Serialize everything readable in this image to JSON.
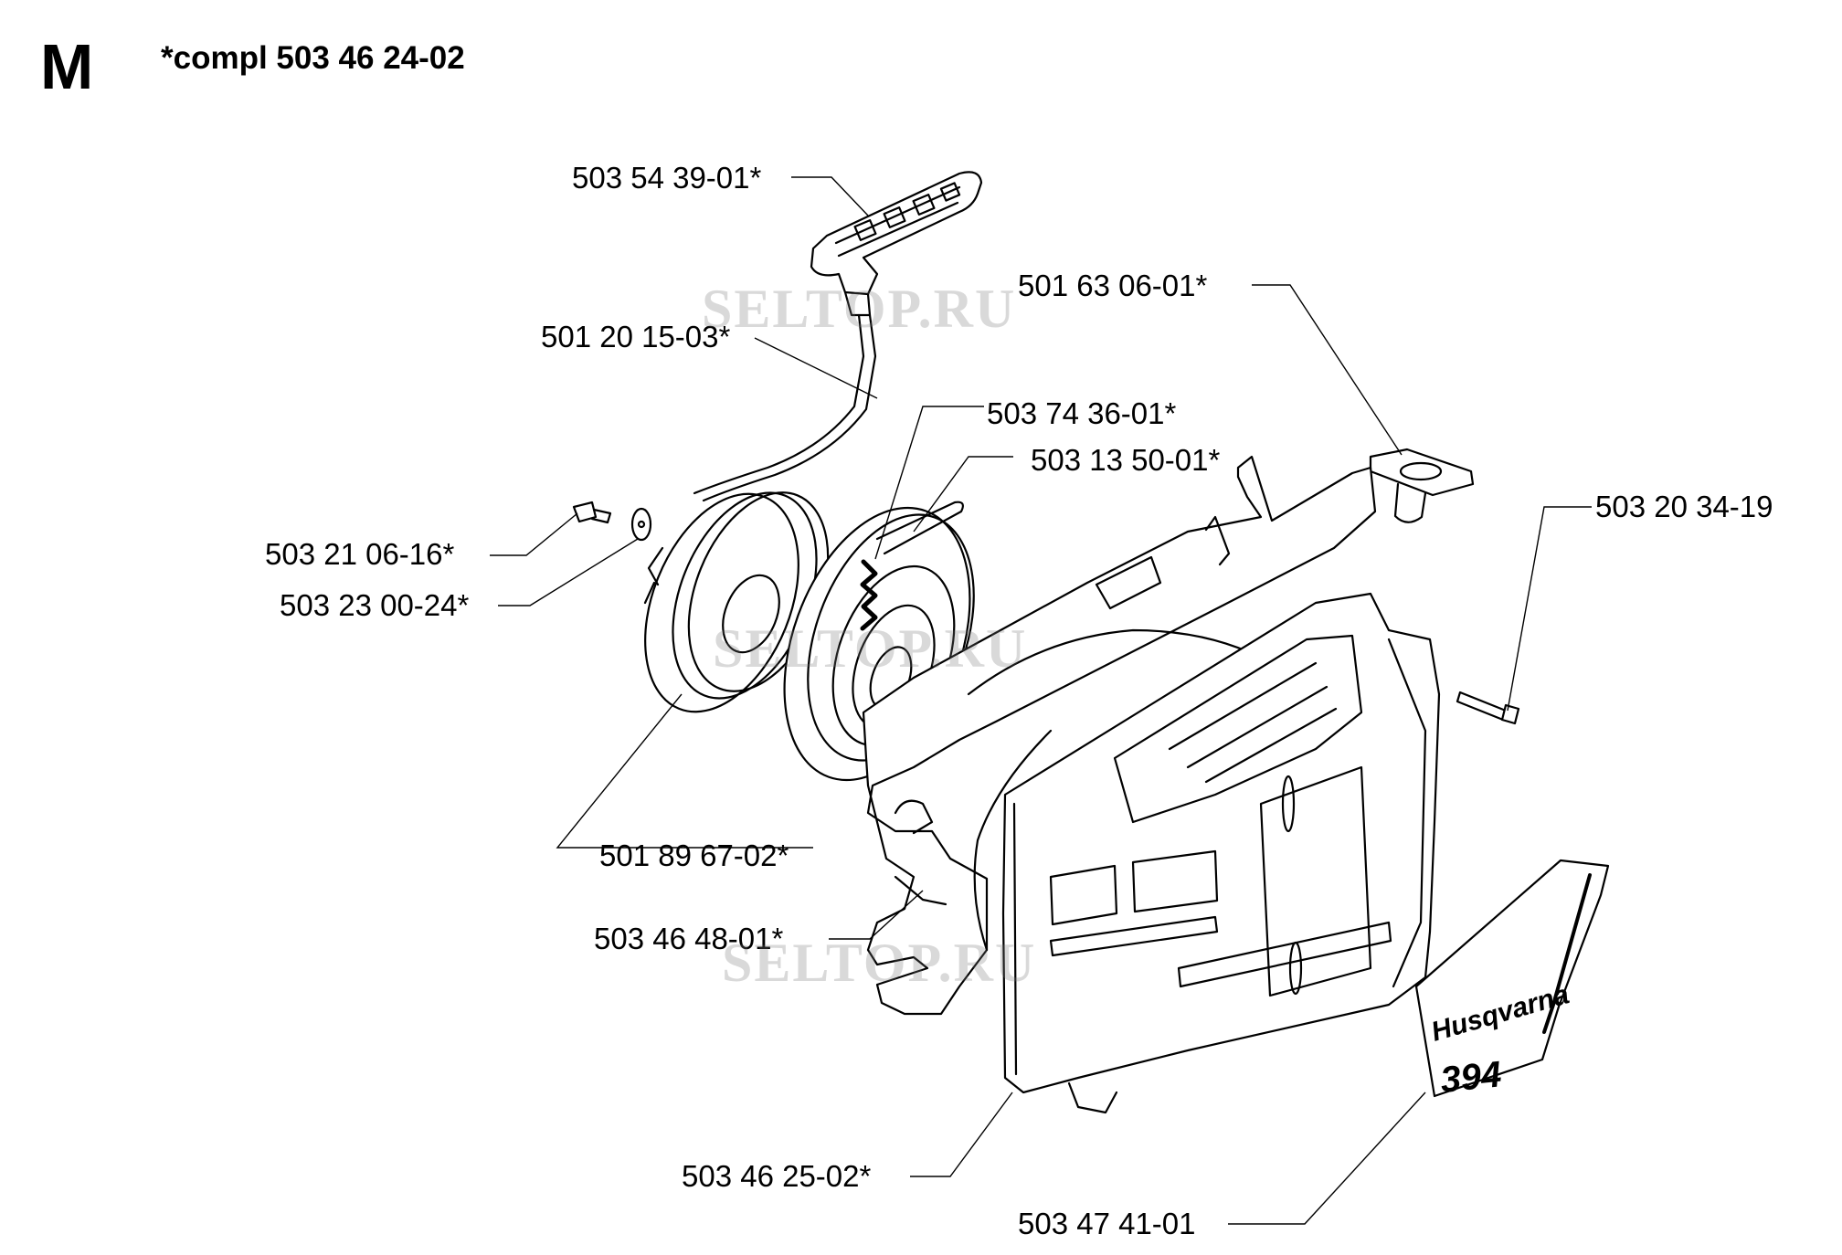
{
  "header": {
    "section_letter": "M",
    "kit_title": "*compl 503 46 24-02"
  },
  "labels": {
    "starter_handle": "503 54 39-01*",
    "starter_cord": "501 20 15-03*",
    "rope_guide": "501 63 06-01*",
    "recoil_spring": "503 74 36-01*",
    "spring_pawl": "503 13 50-01*",
    "cover_screw": "503 20 34-19",
    "center_screw": "503 21 06-16*",
    "washer": "503 23 00-24*",
    "rope_pulley": "501 89 67-02*",
    "starter_housing": "503 46 48-01*",
    "starter_cover": "503 46 25-02*",
    "decal": "503 47 41-01"
  },
  "decal": {
    "brand": "Husqvarna",
    "model": "394"
  },
  "watermarks": [
    "SELTOP.RU",
    "SELTOP.RU",
    "SELTOP.RU"
  ]
}
